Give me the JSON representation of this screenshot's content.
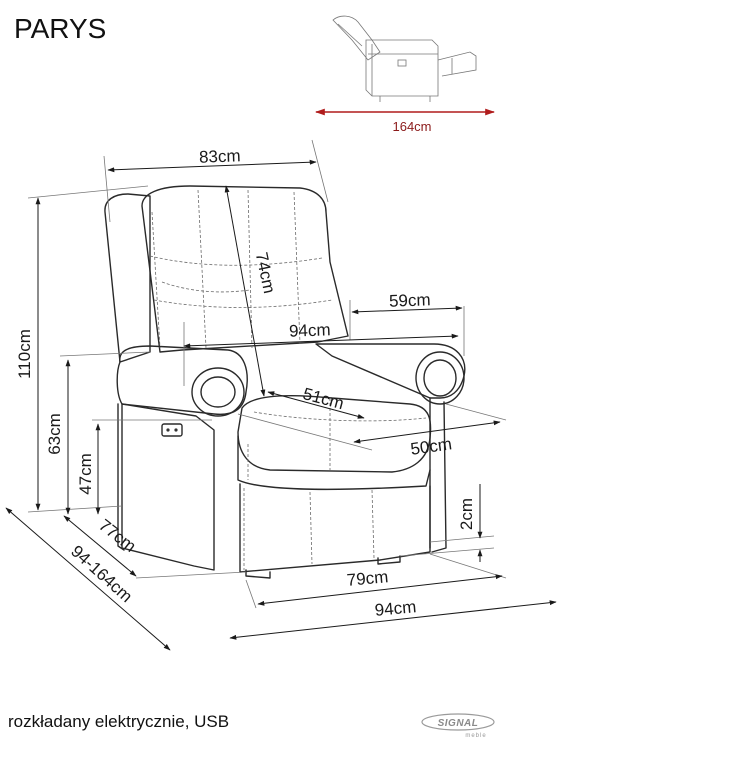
{
  "product": {
    "name": "PARYS"
  },
  "description": "rozkładany elektrycznie, USB",
  "brand": {
    "name": "SIGNAL",
    "tagline": "meble"
  },
  "recline": {
    "length_label": "164cm",
    "accent_color": "#b01c1c"
  },
  "dimensions": {
    "width_top": "83cm",
    "backrest_height": "74cm",
    "armrest_width": "94cm",
    "arm_depth": "59cm",
    "seat_depth": "51cm",
    "seat_width": "50cm",
    "total_height": "110cm",
    "arm_height": "63cm",
    "seat_height": "47cm",
    "base_depth": "77cm",
    "depth_range": "94-164cm",
    "leg_height": "2cm",
    "base_width": "79cm",
    "total_width": "94cm"
  }
}
